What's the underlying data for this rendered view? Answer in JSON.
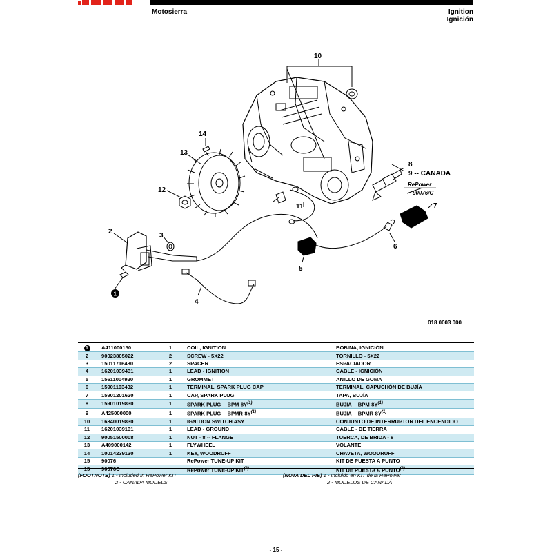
{
  "header": {
    "left_title": "Motosierra",
    "right_title_en": "Ignition",
    "right_title_es": "Ignición"
  },
  "brand": {
    "color": "#e2231a"
  },
  "diagram": {
    "callouts": {
      "c10": "10",
      "c14": "14",
      "c13": "13",
      "c12": "12",
      "c8": "8",
      "c9": "9 -- CANADA",
      "c11": "11",
      "c7": "7",
      "c6": "6",
      "c5": "5",
      "c2": "2",
      "c3": "3",
      "c4": "4",
      "c1": "1"
    },
    "repower_label": "RePower",
    "repower_code": "90076/C"
  },
  "drawing_number": "018 0003 000",
  "parts": [
    {
      "ref": "1",
      "circled": true,
      "pn": "A411000150",
      "qty": "1",
      "en": "COIL, IGNITION",
      "es": "BOBINA, IGNICIÓN"
    },
    {
      "ref": "2",
      "pn": "90023805022",
      "qty": "2",
      "en": "SCREW - 5X22",
      "es": "TORNILLO - 5X22"
    },
    {
      "ref": "3",
      "pn": "15011716430",
      "qty": "2",
      "en": "SPACER",
      "es": "ESPACIADOR"
    },
    {
      "ref": "4",
      "pn": "16201039431",
      "qty": "1",
      "en": "LEAD - IGNITION",
      "es": "CABLE - IGNICIÓN"
    },
    {
      "ref": "5",
      "pn": "15611004920",
      "qty": "1",
      "en": "GROMMET",
      "es": "ANILLO DE GOMA"
    },
    {
      "ref": "6",
      "pn": "15901103432",
      "qty": "1",
      "en": "TERMINAL, SPARK PLUG CAP",
      "es": "TERMINAL, CAPUCHÓN DE BUJÍA"
    },
    {
      "ref": "7",
      "pn": "15901201620",
      "qty": "1",
      "en": "CAP, SPARK PLUG",
      "es": "TAPA, BUJÍA"
    },
    {
      "ref": "8",
      "pn": "15901019830",
      "qty": "1",
      "en": "SPARK PLUG -- BPM-8Y",
      "en_sup": "(1)",
      "es": "BUJÍA -- BPM-8Y",
      "es_sup": "(1)"
    },
    {
      "ref": "9",
      "pn": "A425000000",
      "qty": "1",
      "en": "SPARK PLUG -- BPMR-8Y",
      "en_sup": "(1)",
      "es": "BUJÍA -- BPMR-8Y",
      "es_sup": "(1)"
    },
    {
      "ref": "10",
      "pn": "16340019830",
      "qty": "1",
      "en": "IGNITION SWITCH ASY",
      "es": "CONJUNTO DE INTERRUPTOR DEL ENCENDIDO"
    },
    {
      "ref": "11",
      "pn": "16201039131",
      "qty": "1",
      "en": "LEAD - GROUND",
      "es": "CABLE - DE TIERRA"
    },
    {
      "ref": "12",
      "pn": "90051500008",
      "qty": "1",
      "en": "NUT - 8 -- FLANGE",
      "es": "TUERCA, DE BRIDA - 8"
    },
    {
      "ref": "13",
      "pn": "A409000142",
      "qty": "1",
      "en": "FLYWHEEL",
      "es": "VOLANTE"
    },
    {
      "ref": "14",
      "pn": "10014239130",
      "qty": "1",
      "en": "KEY, WOODRUFF",
      "es": "CHAVETA, WOODRUFF"
    },
    {
      "ref": "15",
      "pn": "90076",
      "qty": "",
      "en": "RePower TUNE-UP KIT",
      "es": "KIT DE PUESTA A PUNTO"
    },
    {
      "ref": "15",
      "pn": "90076C",
      "qty": "",
      "en": "RePower TUNE-UP KIT",
      "en_sup": "(2)",
      "es": "KIT DE PUESTA A PUNTO",
      "es_sup": "(2)"
    }
  ],
  "footnote_en": {
    "label": "(FOOTNOTE)",
    "line1_num": "1",
    "line1": " - Included In RePower KIT",
    "line2_num": "2",
    "line2": " - CANADA MODELS"
  },
  "footnote_es": {
    "label": "(NOTA DEL PIE)",
    "line1_num": "1",
    "line1": " - Incluido en KIT de la RePower",
    "line2_num": "2",
    "line2": " - MODELOS DE CANADÁ"
  },
  "page_number": "- 15 -"
}
